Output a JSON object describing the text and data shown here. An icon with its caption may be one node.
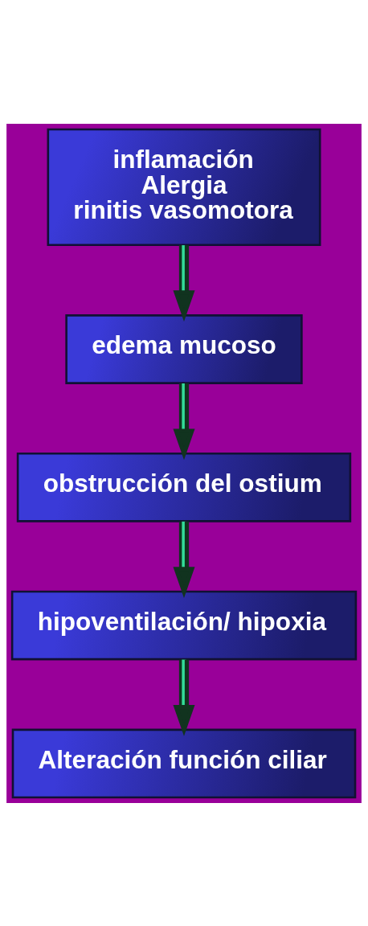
{
  "diagram": {
    "nodes": [
      {
        "text": [
          "inflamación",
          "Alergia",
          "rinitis vasomotora"
        ]
      },
      {
        "text": [
          "edema mucoso"
        ]
      },
      {
        "text": [
          "obstrucción del ostium"
        ]
      },
      {
        "text": [
          "hipoventilación/ hipoxia"
        ]
      },
      {
        "text": [
          "Alteración función ciliar"
        ]
      }
    ],
    "edges": [
      {
        "from": 0,
        "to": 1,
        "arrow": "to"
      },
      {
        "from": 1,
        "to": 2,
        "arrow": "to"
      },
      {
        "from": 2,
        "to": 3,
        "arrow": "to"
      },
      {
        "from": 3,
        "to": 4,
        "arrow": "to"
      }
    ]
  }
}
